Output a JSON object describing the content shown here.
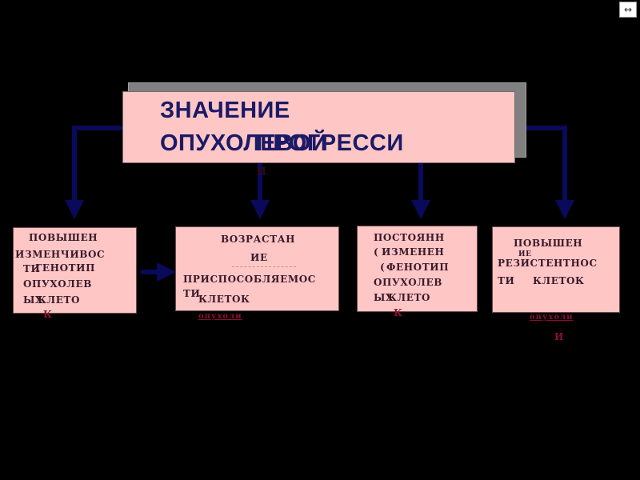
{
  "title": {
    "line1": "ЗНАЧЕНИЕ",
    "line2": "ОПУХОЛЕВОЙ",
    "line3": "ПРОГРЕССИ",
    "under_marker": "И"
  },
  "boxes": [
    {
      "id": "genotype",
      "lines": [
        "ПОВЫШЕН",
        "ИЗМЕНЧИВОС",
        "ТИ",
        "ГЕНОТИП",
        "ОПУХОЛЕВ",
        "ЫХ",
        "КЛЕТО",
        "К"
      ]
    },
    {
      "id": "adaptability",
      "lines": [
        "ВОЗРАСТАН",
        "ИЕ",
        "ПРИСПОСОБЛЯЕМОС",
        "ТИ",
        "КЛЕТОК",
        "опухоли"
      ]
    },
    {
      "id": "phenotype",
      "lines": [
        "ПОСТОЯНН",
        "(",
        "ИЗМЕНЕН",
        "(",
        "ФЕНОТИП",
        "ОПУХОЛЕВ",
        "ЫХ",
        "КЛЕТО",
        "К"
      ]
    },
    {
      "id": "resistance",
      "lines": [
        "ПОВЫШЕН",
        "ИЕ",
        "РЕЗИСТЕНТНОС",
        "ТИ",
        "КЛЕТОК",
        "опухоли",
        "И"
      ]
    }
  ],
  "nav": {
    "icon": "expand-arrows-icon",
    "glyph": "↔"
  },
  "colors": {
    "background": "#000000",
    "box_fill": "#ffc6c6",
    "arrow": "#0a0a5c",
    "title_text": "#1a1a66",
    "box_text": "#3a1a2a"
  }
}
